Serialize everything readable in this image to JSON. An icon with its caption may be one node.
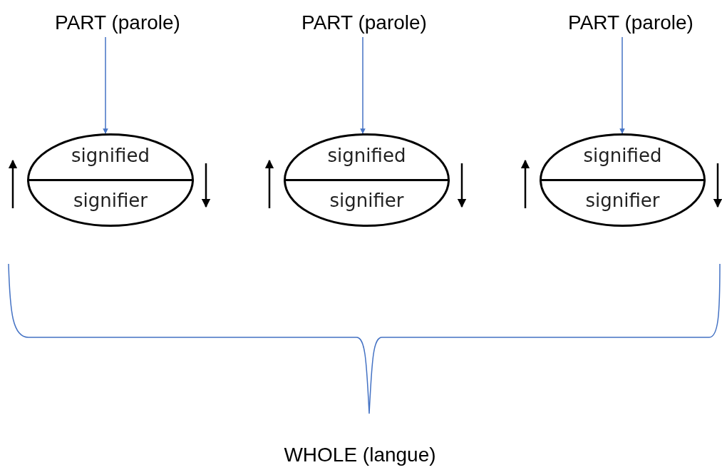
{
  "diagram": {
    "nodes": [
      {
        "text": [
          "PART (parole)"
        ]
      },
      {
        "text": [
          "signified",
          "signifier"
        ]
      },
      {
        "text": [
          "PART (parole)"
        ]
      },
      {
        "text": [
          "signified",
          "signifier"
        ]
      },
      {
        "text": [
          "PART (parole)"
        ]
      },
      {
        "text": [
          "signified",
          "signifier"
        ]
      },
      {
        "text": [
          "WHOLE (langue)"
        ]
      }
    ],
    "edges": [
      {
        "from": 0,
        "to": 1,
        "arrow": "to"
      },
      {
        "from": 2,
        "to": 3,
        "arrow": "to"
      },
      {
        "from": 4,
        "to": 5,
        "arrow": "to"
      }
    ]
  }
}
